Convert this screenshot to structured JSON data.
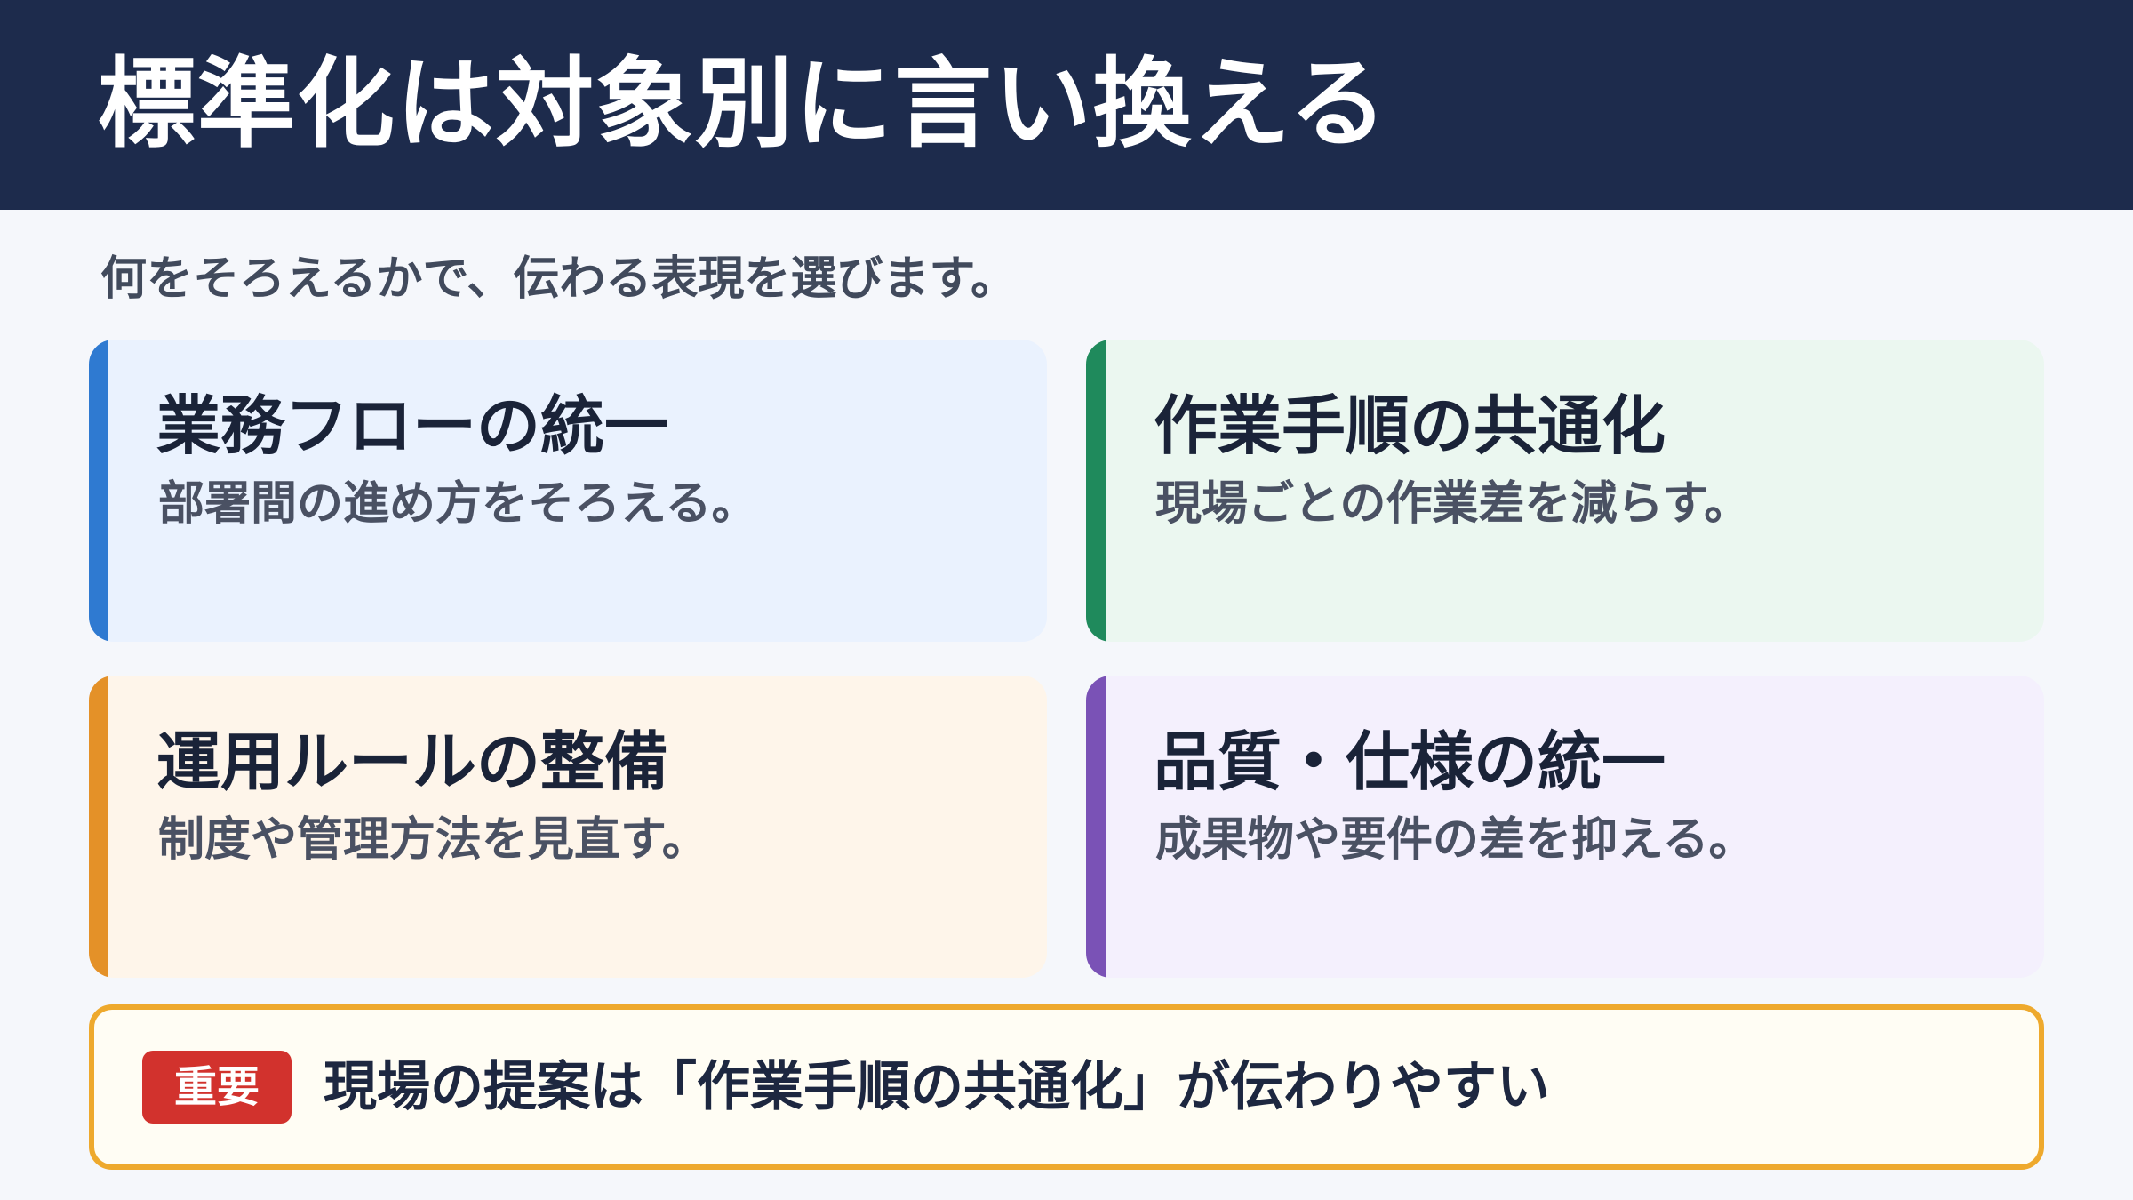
{
  "slide": {
    "title": "標準化は対象別に言い換える",
    "subtitle": "何をそろえるかで、伝わる表現を選びます。"
  },
  "cards": [
    {
      "title": "業務フローの統一",
      "description": "部署間の進め方をそろえる。",
      "accent_color": "#2f7ad1",
      "background_color": "#eaf2fe"
    },
    {
      "title": "作業手順の共通化",
      "description": "現場ごとの作業差を減らす。",
      "accent_color": "#1f8a5c",
      "background_color": "#ebf7f0"
    },
    {
      "title": "運用ルールの整備",
      "description": "制度や管理方法を見直す。",
      "accent_color": "#e49128",
      "background_color": "#fef5ea"
    },
    {
      "title": "品質・仕様の統一",
      "description": "成果物や要件の差を抑える。",
      "accent_color": "#7a52b6",
      "background_color": "#f4f0fd"
    }
  ],
  "callout": {
    "badge": "重要",
    "text": "現場の提案は「作業手順の共通化」が伝わりやすい",
    "border_color": "#eea92d",
    "badge_color": "#d2322d"
  },
  "colors": {
    "header_background": "#1d2b4c",
    "page_background": "#f5f7fb"
  }
}
